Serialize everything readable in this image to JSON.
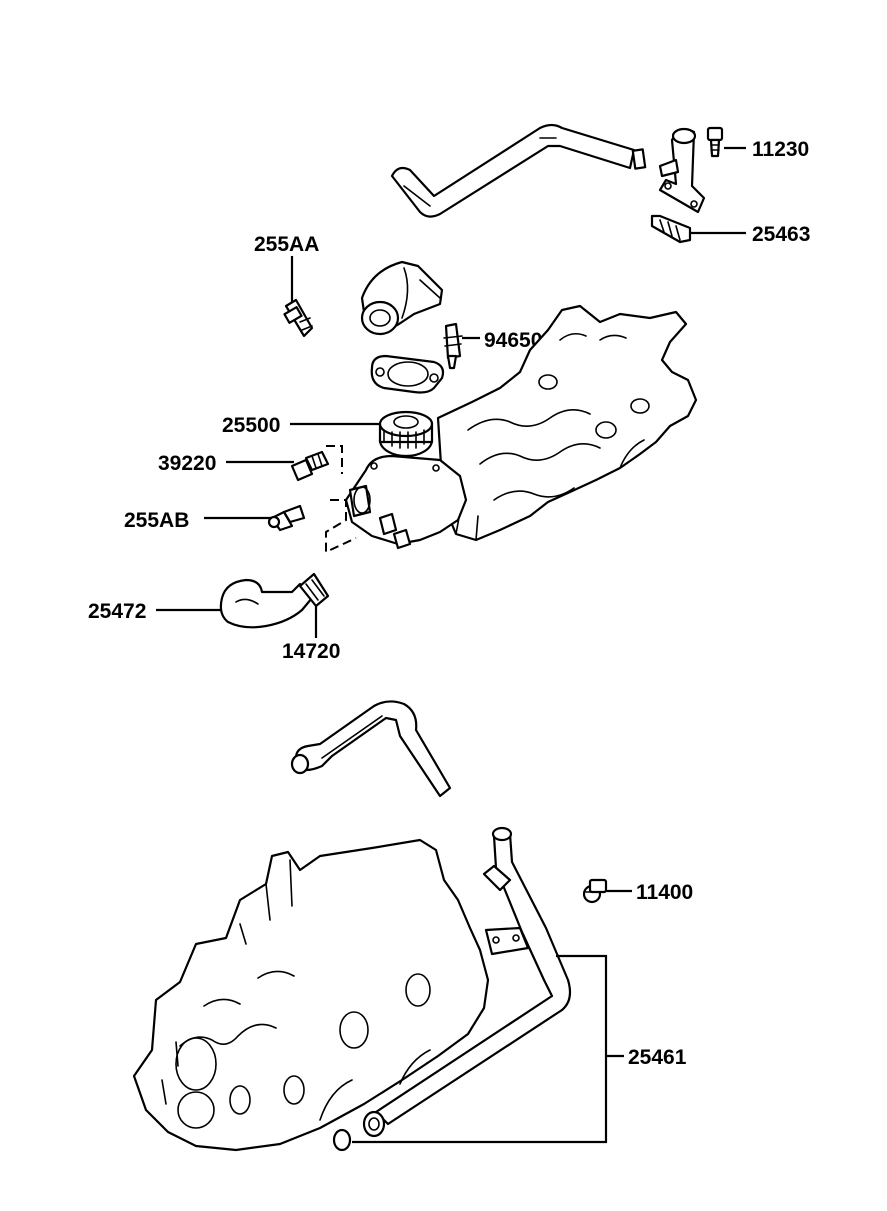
{
  "part_numbers": {
    "p11230": "11230",
    "p25463": "25463",
    "p255AA": "255AA",
    "p94650": "94650",
    "p25500": "25500",
    "p39220": "39220",
    "p255AB": "255AB",
    "p25472": "25472",
    "p14720": "14720",
    "p11400": "11400",
    "p25461": "25461"
  }
}
